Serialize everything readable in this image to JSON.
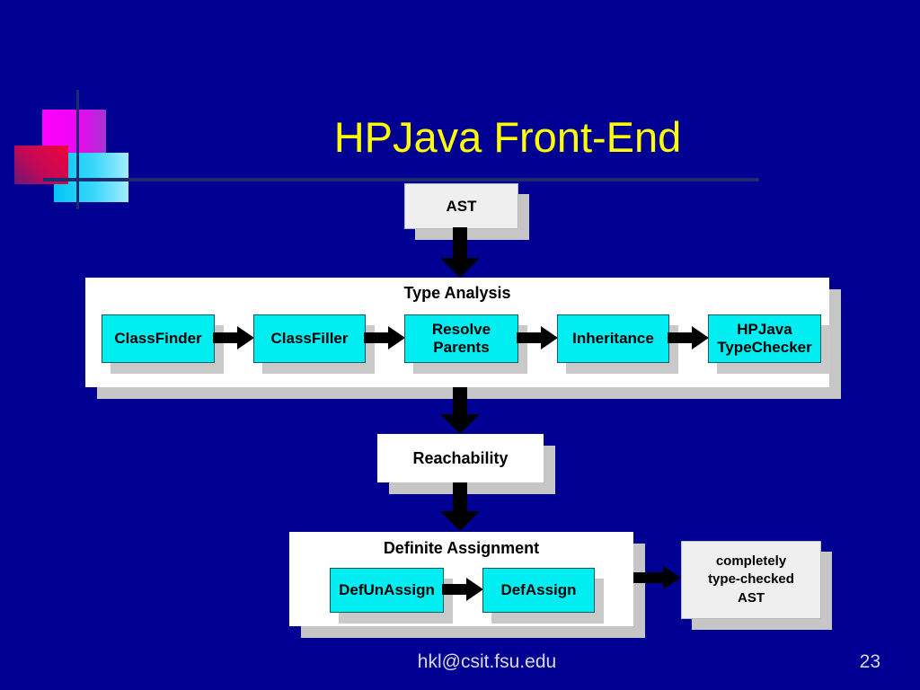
{
  "title": "HPJava Front-End",
  "diagram": {
    "ast_label": "AST",
    "type_analysis": {
      "label": "Type Analysis",
      "stages": [
        "ClassFinder",
        "ClassFiller",
        "Resolve\nParents",
        "Inheritance",
        "HPJava\nTypeChecker"
      ]
    },
    "reachability_label": "Reachability",
    "definite_assignment": {
      "label": "Definite Assignment",
      "stages": [
        "DefUnAssign",
        "DefAssign"
      ]
    },
    "output_label": "completely\ntype-checked\nAST"
  },
  "footer": {
    "email": "hkl@csit.fsu.edu",
    "page_number": "23"
  },
  "colors": {
    "background": "#000093",
    "title_text": "#ffff00",
    "stage_fill": "#00eef2",
    "container_fill": "#ffffff",
    "terminal_fill": "#efefef",
    "shadow": "#c6c6c6",
    "arrow": "#000000",
    "decoration_magenta": "#ff00ff",
    "decoration_red": "#e80640",
    "decoration_cyan": "#00c6f6",
    "decoration_line": "#1b2d6e"
  }
}
